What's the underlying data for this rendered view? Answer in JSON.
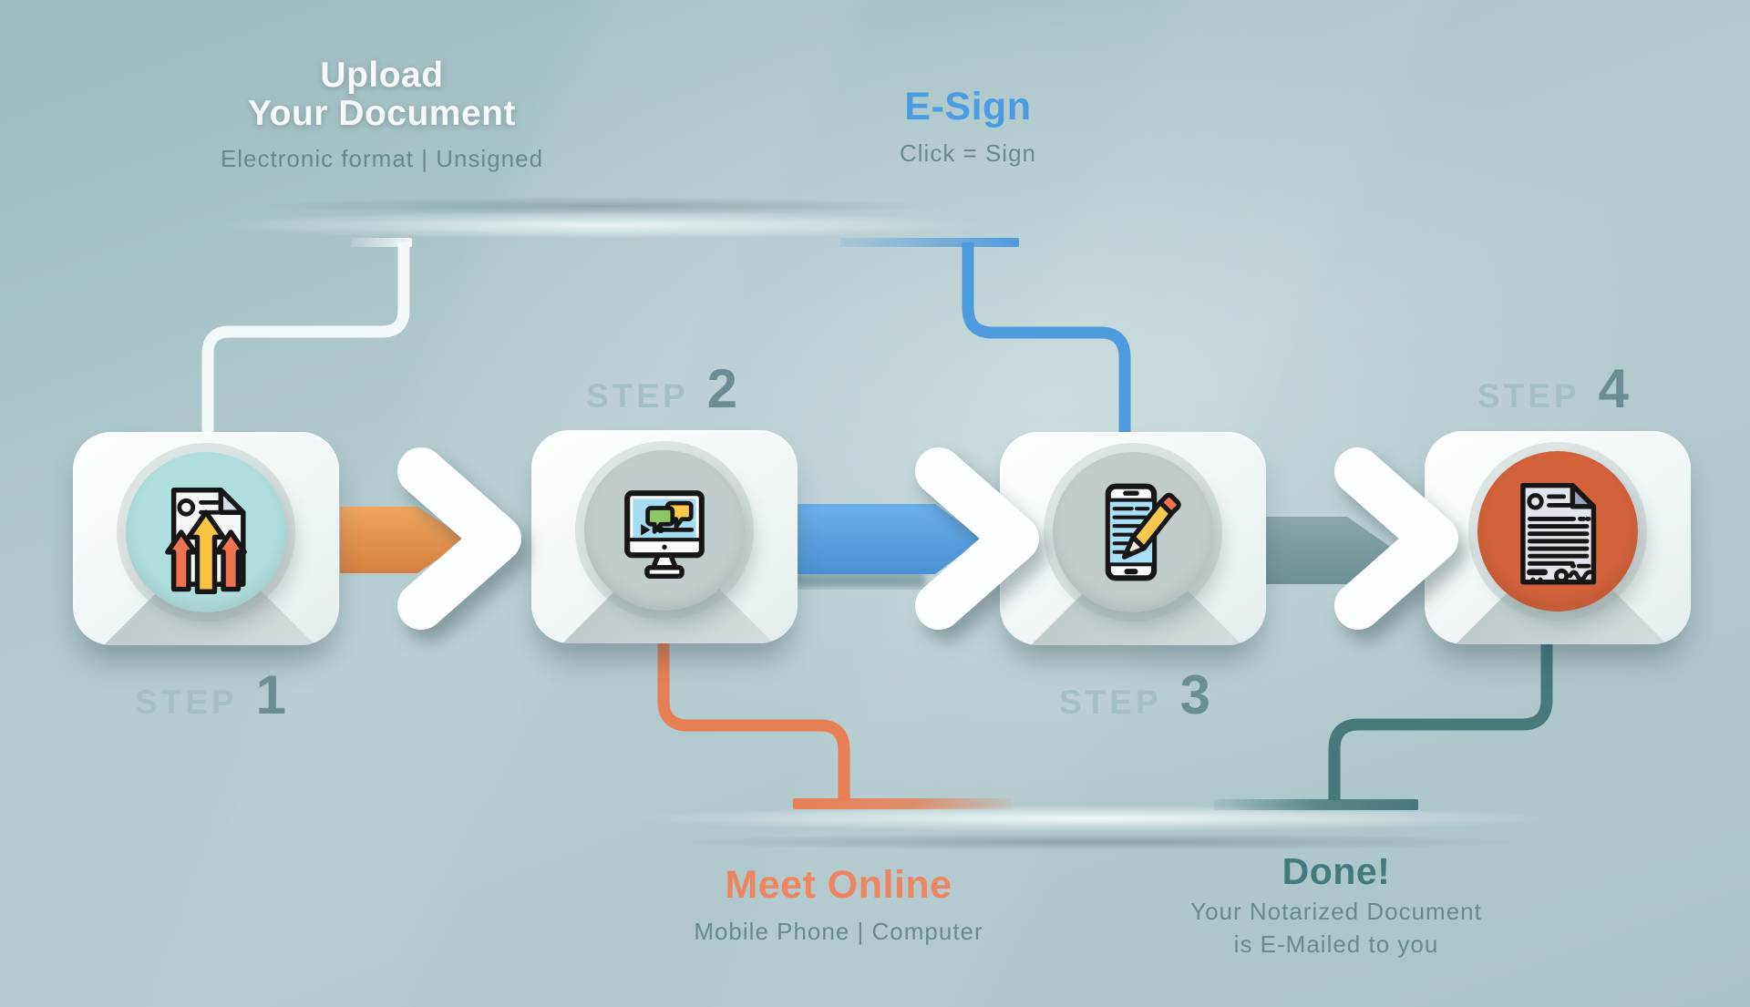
{
  "title": "Online notarization process infographic",
  "step_word": "STEP",
  "steps": [
    {
      "number": "1",
      "icon": "upload-document-icon"
    },
    {
      "number": "2",
      "icon": "online-meeting-monitor-icon"
    },
    {
      "number": "3",
      "icon": "esign-smartphone-icon"
    },
    {
      "number": "4",
      "icon": "notarized-document-icon"
    }
  ],
  "callouts": {
    "upload": {
      "title_line1": "Upload",
      "title_line2": "Your Document",
      "subtitle": "Electronic format  |  Unsigned"
    },
    "esign": {
      "title": "E-Sign",
      "subtitle": "Click = Sign"
    },
    "meet": {
      "title": "Meet Online",
      "subtitle": "Mobile Phone  |  Computer"
    },
    "done": {
      "title": "Done!",
      "subtitle_line1": "Your Notarized Document",
      "subtitle_line2": "is E-Mailed to you"
    }
  },
  "colors": {
    "background": "#aec7ca",
    "card": "#f2f7f7",
    "esign_blue": "#4a9be2",
    "meet_orange": "#ef8560",
    "done_teal": "#44797d",
    "band_orange": "#e1914e",
    "band_blue": "#57a0dd",
    "band_teal": "#7b999d",
    "step_word_gray": "#a3c0c3",
    "step_number_gray": "#6c8d91",
    "icon_circle_teal": "#b0dedd",
    "icon_circle_gray": "#c3cccc",
    "icon_circle_red": "#d2613c"
  }
}
